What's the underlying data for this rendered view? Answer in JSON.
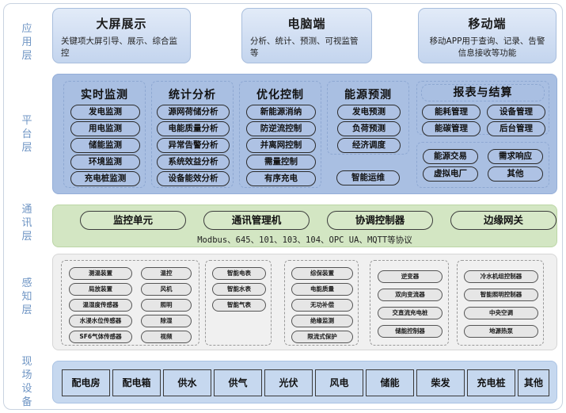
{
  "layers": [
    {
      "key": "app",
      "label": "应用层",
      "chars": [
        "应",
        "用",
        "层"
      ]
    },
    {
      "key": "plat",
      "label": "平台层",
      "chars": [
        "平",
        "台",
        "层"
      ]
    },
    {
      "key": "comm",
      "label": "通讯层",
      "chars": [
        "通",
        "讯",
        "层"
      ]
    },
    {
      "key": "sense",
      "label": "感知层",
      "chars": [
        "感",
        "知",
        "层"
      ]
    },
    {
      "key": "field",
      "label": "现场设备",
      "chars": [
        "现",
        "场",
        "设",
        "备"
      ]
    }
  ],
  "application": {
    "cards": [
      {
        "title": "大屏展示",
        "desc": "关键项大屏引导、展示、综合监控"
      },
      {
        "title": "电脑端",
        "desc": "分析、统计、预测、可视监管等"
      },
      {
        "title": "移动端",
        "desc": "移动APP用于查询、记录、告警信息接收等功能"
      }
    ]
  },
  "platform": {
    "groups": [
      {
        "title": "实时监测",
        "items": [
          "发电监测",
          "用电监测",
          "储能监测",
          "环境监测",
          "充电桩监测"
        ]
      },
      {
        "title": "统计分析",
        "items": [
          "源网荷储分析",
          "电能质量分析",
          "异常告警分析",
          "系统效益分析",
          "设备能效分析"
        ]
      },
      {
        "title": "优化控制",
        "items": [
          "新能源消纳",
          "防逆流控制",
          "并离网控制",
          "需量控制",
          "有序充电"
        ]
      },
      {
        "title": "能源预测",
        "items": [
          "发电预测",
          "负荷预测",
          "经济调度"
        ]
      }
    ],
    "standalone": [
      "智能运维"
    ],
    "report": {
      "title": "报表与结算",
      "items": [
        "能耗管理",
        "设备管理",
        "能碳管理",
        "后台管理"
      ],
      "extra": [
        "能源交易",
        "需求响应",
        "虚拟电厂",
        "其他"
      ]
    }
  },
  "communication": {
    "items": [
      "监控单元",
      "通讯管理机",
      "协调控制器",
      "边缘网关"
    ],
    "protocols": "Modbus、645、101、103、104、OPC UA、MQTT等协议"
  },
  "sensing": {
    "groups": [
      {
        "columns": [
          [
            "测温装置",
            "局放装置",
            "温湿度传感器",
            "水浸水位传感器",
            "SF6气体传感器"
          ],
          [
            "温控",
            "风机",
            "照明",
            "除湿",
            "视频"
          ]
        ]
      },
      {
        "columns": [
          [
            "智能电表",
            "智能水表",
            "智能气表"
          ]
        ]
      },
      {
        "columns": [
          [
            "综保装置",
            "电能质量",
            "无功补偿",
            "绝缘监测",
            "限流式保护"
          ]
        ]
      },
      {
        "columns": [
          [
            "逆变器",
            "双向变流器",
            "交直流充电桩",
            "储能控制器"
          ]
        ]
      },
      {
        "columns": [
          [
            "冷水机组控制器",
            "智能照明控制器",
            "中央空调",
            "地源热泵"
          ]
        ]
      }
    ]
  },
  "field": {
    "items": [
      "配电房",
      "配电箱",
      "供水",
      "供气",
      "光伏",
      "风电",
      "储能",
      "柴发",
      "充电桩",
      "其他"
    ]
  },
  "colors": {
    "platform_bg": "#a9bfe2",
    "communication_bg": "#d3e6c3",
    "sensing_bg": "#f0f0f0",
    "field_bg": "#c6d8ef",
    "rail_text": "#6f95c4"
  }
}
